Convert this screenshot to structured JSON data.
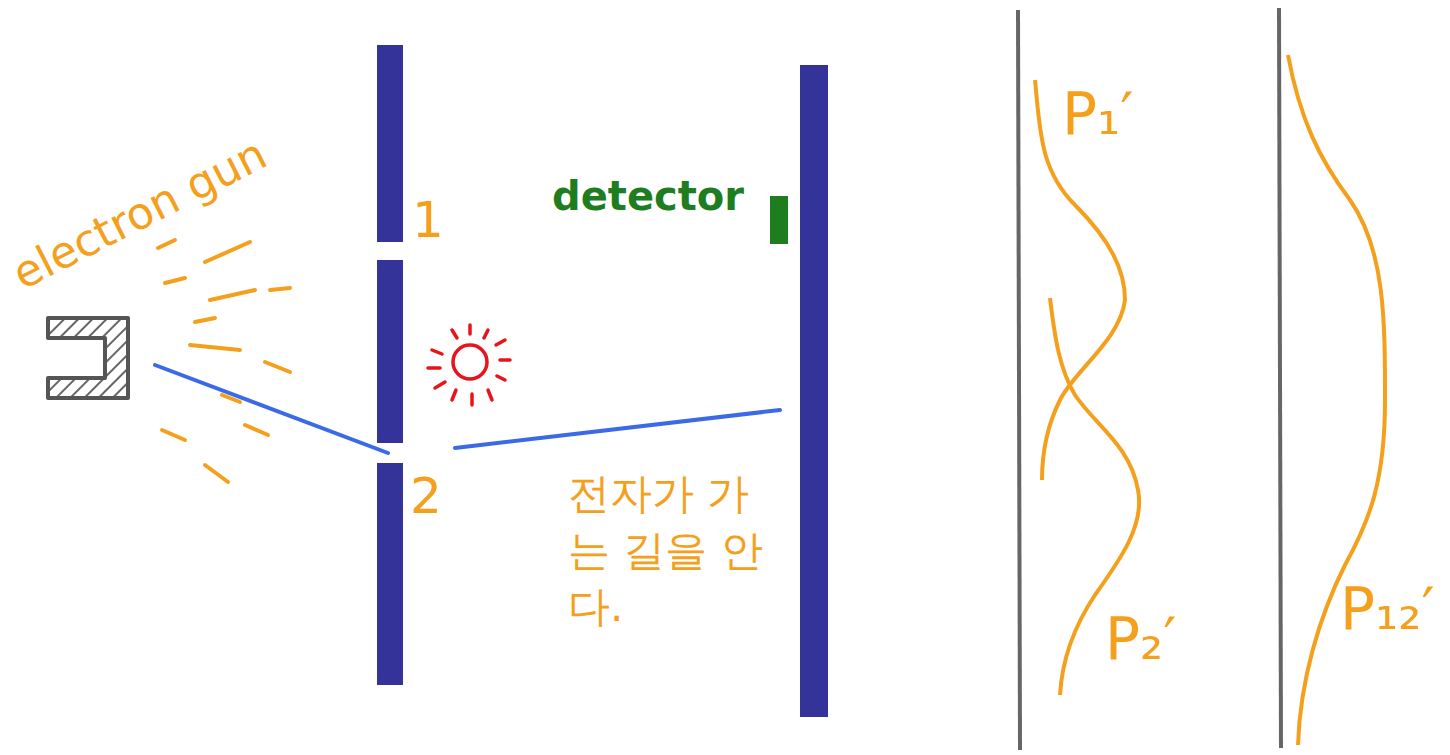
{
  "diagram": {
    "labels": [
      "electron gun",
      "1",
      "2",
      "detector",
      "전자가 가는 길을 안다.",
      "P₁′",
      "P₂′",
      "P₁₂′"
    ]
  }
}
